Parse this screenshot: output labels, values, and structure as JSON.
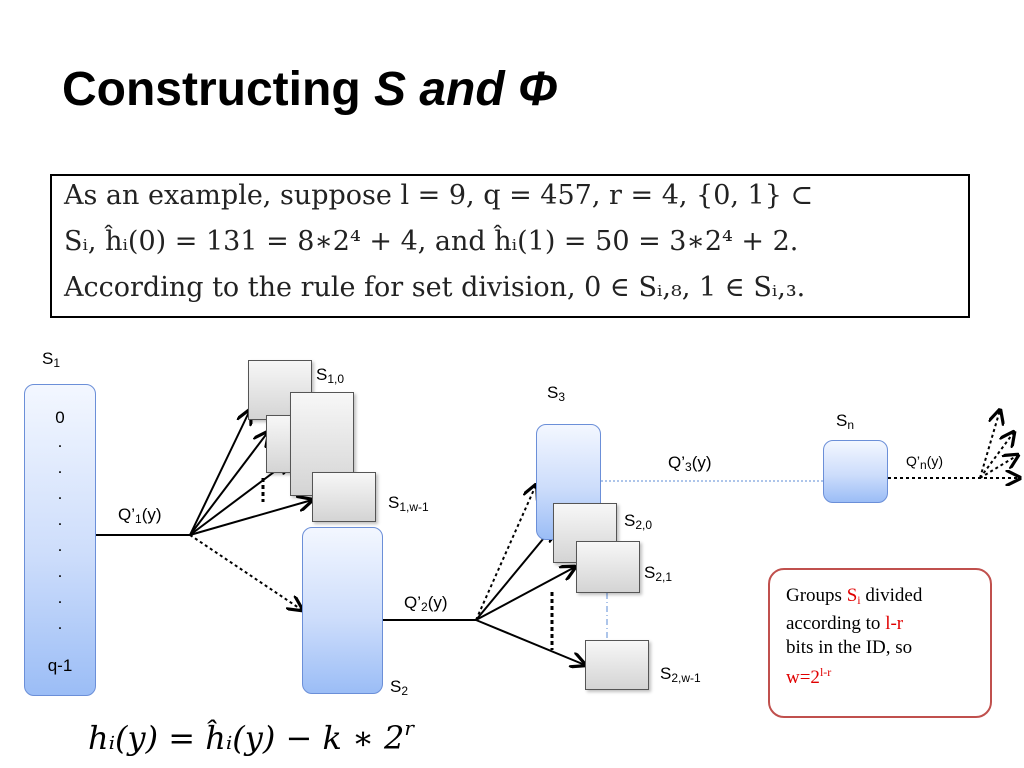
{
  "title": {
    "plain": "Constructing ",
    "italic": "S and Φ"
  },
  "example": {
    "line1": "As an example, suppose l = 9, q = 457, r = 4, {0, 1} ⊂",
    "line2": "Sᵢ, ĥᵢ(0) = 131 = 8∗2⁴ + 4, and ĥᵢ(1) = 50 = 3∗2⁴ + 2.",
    "line3": "According to the rule for set division, 0 ∈ Sᵢ,₈, 1 ∈ Sᵢ,₃."
  },
  "s1": {
    "label": "S",
    "sub": "1",
    "top_value": "0",
    "dots": [
      ".",
      ".",
      ".",
      ".",
      ".",
      ".",
      ".",
      "."
    ],
    "bottom_value": "q-1"
  },
  "s2": {
    "label": "S",
    "sub": "2"
  },
  "s3": {
    "label": "S",
    "sub": "3"
  },
  "sn": {
    "label": "S",
    "sub": "n"
  },
  "subsets": {
    "s10": {
      "label": "S",
      "sub": "1,0"
    },
    "s1w": {
      "label": "S",
      "sub": "1,w-1"
    },
    "s20": {
      "label": "S",
      "sub": "2,0"
    },
    "s21": {
      "label": "S",
      "sub": "2,1"
    },
    "s2w": {
      "label": "S",
      "sub": "2,w-1"
    }
  },
  "functions": {
    "q1": {
      "pre": "Q’",
      "sub": "1",
      "post": "(y)"
    },
    "q2": {
      "pre": "Q’",
      "sub": "2",
      "post": "(y)"
    },
    "q3": {
      "pre": "Q’",
      "sub": "3",
      "post": "(y)"
    },
    "qn": {
      "pre": "Q’",
      "sub": "n",
      "post": "(y)"
    }
  },
  "note": {
    "t1": "Groups ",
    "s": "S",
    "s_sub": "i",
    "t2": " divided",
    "t3": "according to ",
    "lr": "l-r",
    "t4": "bits in the ID, so",
    "w": "w=2",
    "w_sup": "l-r"
  },
  "formula": {
    "lhs": "hᵢ(y) = ",
    "hat": "ĥᵢ(y) − k ∗ 2",
    "sup": "r"
  },
  "colors": {
    "box_blue": "#9bbdf6",
    "note_border": "#c0504d",
    "note_red": "#e00000",
    "dotted_line": "#5b8bd6"
  }
}
